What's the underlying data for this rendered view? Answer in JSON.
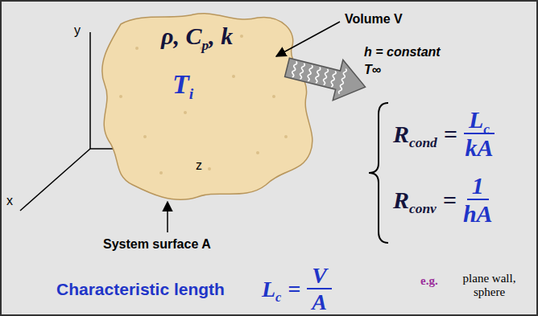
{
  "diagram": {
    "nodes": [
      {
        "text": [
          "ρ, C",
          "p",
          ", k",
          "T",
          "i"
        ]
      }
    ],
    "labels": [
      "y",
      "z",
      "x",
      "Volume V",
      "h = constant",
      "T∞",
      "R",
      "cond",
      "=",
      "L",
      "c",
      "kA",
      "R",
      "conv",
      "=",
      "1",
      "hA",
      "System surface A",
      "Characteristic length",
      "L",
      "c",
      "=",
      "V",
      "A",
      "e.g.",
      "plane wall, sphere"
    ]
  }
}
